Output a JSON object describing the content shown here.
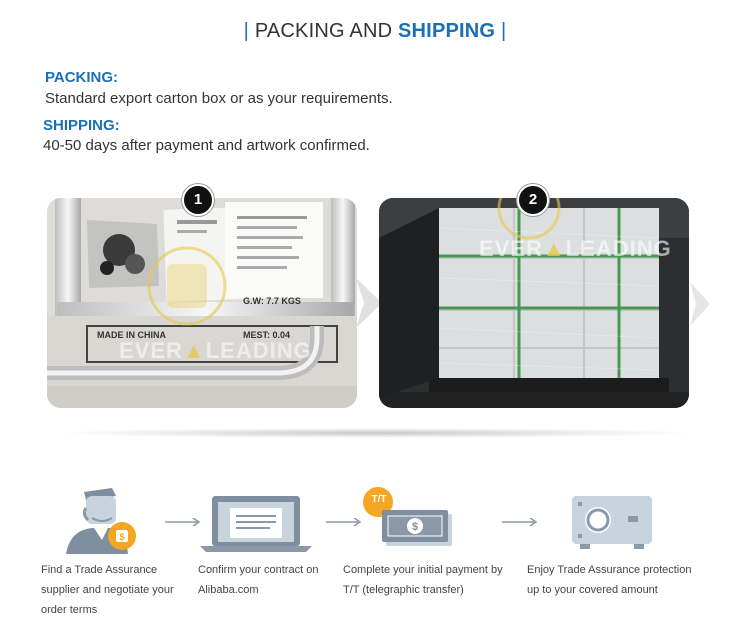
{
  "header": {
    "bar_left": "|",
    "title_plain": "PACKING AND",
    "title_highlight": "SHIPPING",
    "bar_right": "|"
  },
  "packing": {
    "label": "PACKING:",
    "text": "Standard export carton box or as your requirements."
  },
  "shipping": {
    "label": "SHIPPING:",
    "text": "40-50 days after payment and artwork confirmed."
  },
  "photos": [
    {
      "number": "1",
      "carton_text_1": "G.W: 7.7  KGS",
      "carton_text_2": "MEST: 0.04",
      "carton_text_3": "MADE IN CHINA"
    },
    {
      "number": "2"
    }
  ],
  "watermark": {
    "text_left": "EVER",
    "text_right": "LEADING"
  },
  "steps": [
    {
      "line1": "Find a Trade Assurance",
      "line2": "supplier and negotiate your",
      "line3": "order terms",
      "icon": "supplier-person-icon"
    },
    {
      "line1": "Confirm your contract on",
      "line2": "Alibaba.com",
      "icon": "laptop-contract-icon"
    },
    {
      "line1": "Complete your initial payment by",
      "line2": "T/T (telegraphic transfer)",
      "icon": "tt-payment-icon",
      "badge": "T/T"
    },
    {
      "line1": "Enjoy Trade Assurance protection",
      "line2": "up to your covered amount",
      "icon": "safe-protection-icon"
    }
  ],
  "colors": {
    "accent": "#1a6fb5",
    "icon_orange": "#f5a623",
    "icon_gray": "#8a98a8",
    "icon_light": "#c9d3dd"
  }
}
